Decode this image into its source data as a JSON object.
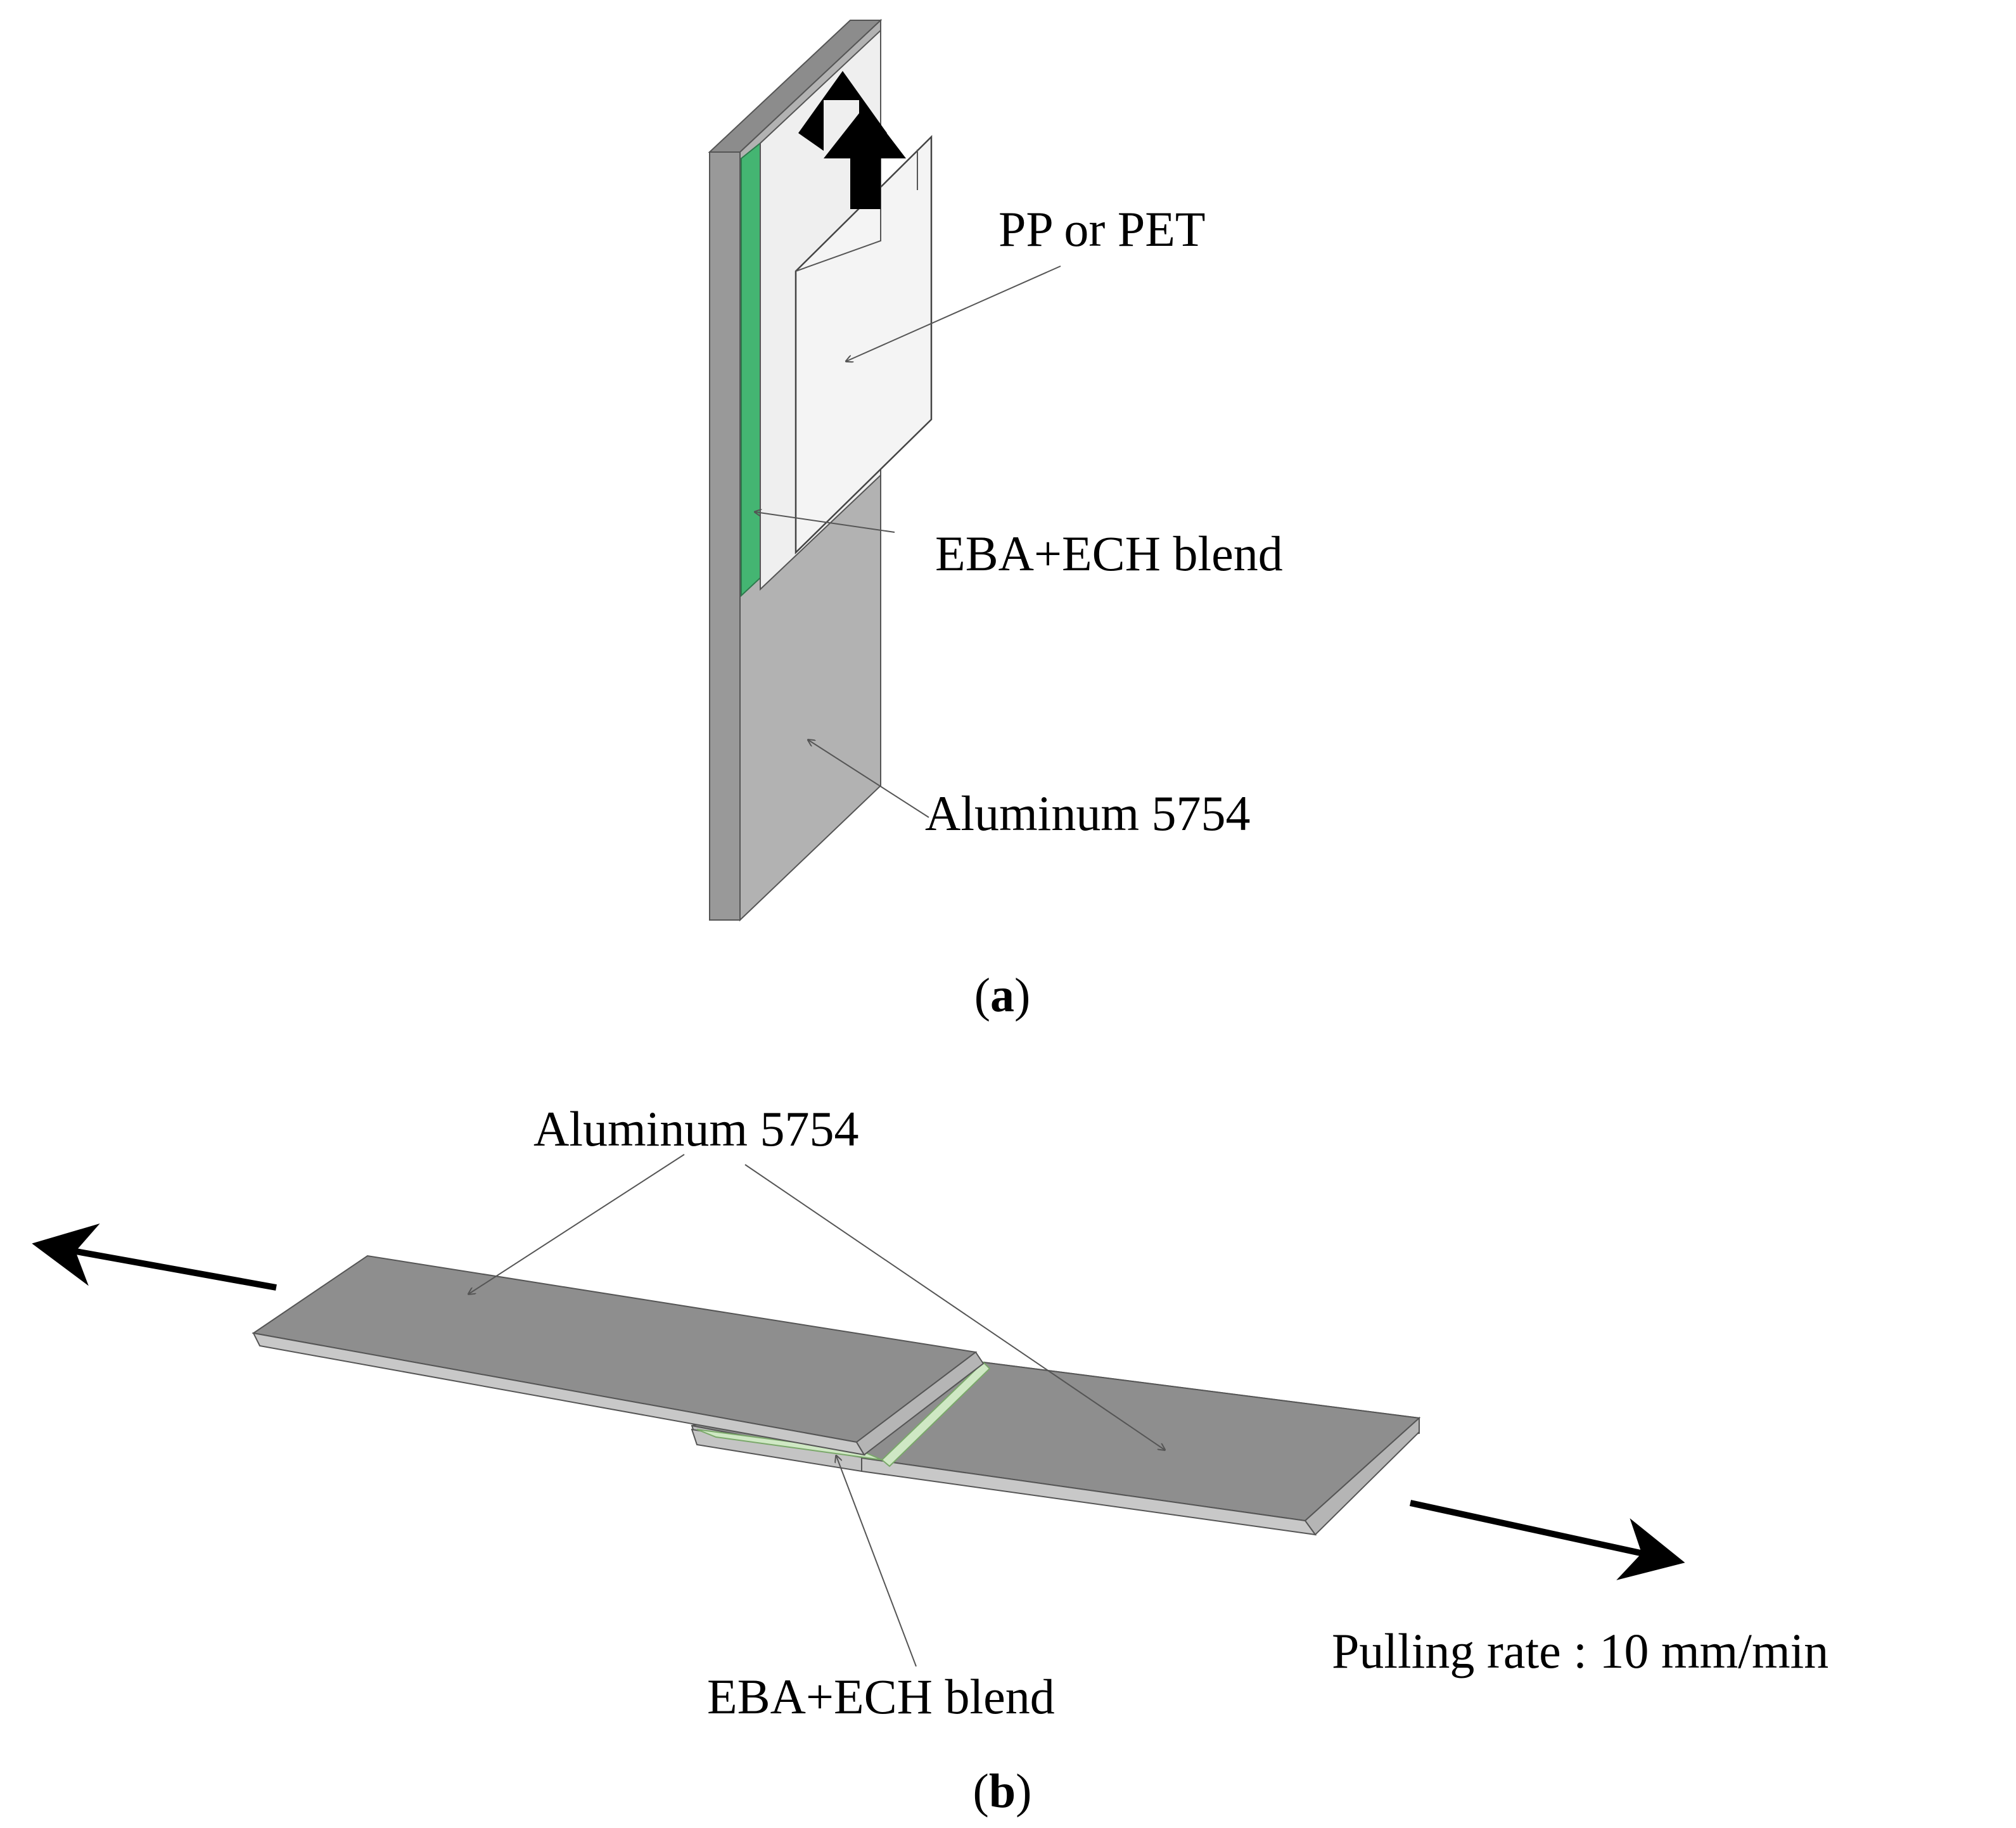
{
  "panel_a": {
    "caption_open": "(",
    "caption_letter": "a",
    "caption_close": ")",
    "labels": {
      "film": "PP or PET",
      "adhesive": "EBA+ECH blend",
      "substrate": "Aluminum 5754"
    }
  },
  "panel_b": {
    "caption_open": "(",
    "caption_letter": "b",
    "caption_close": ")",
    "labels": {
      "substrate": "Aluminum 5754",
      "adhesive": "EBA+ECH blend",
      "pulling_rate": "Pulling rate : 10 mm/min"
    }
  },
  "colors": {
    "aluminum_face": "#b2b2b2",
    "aluminum_edge": "#8c8c8c",
    "aluminum_dark": "#888888",
    "film": "#f4f4f4",
    "adhesive_a": "#44b572",
    "adhesive_b": "#cfe8c4",
    "arrow": "#000000"
  }
}
